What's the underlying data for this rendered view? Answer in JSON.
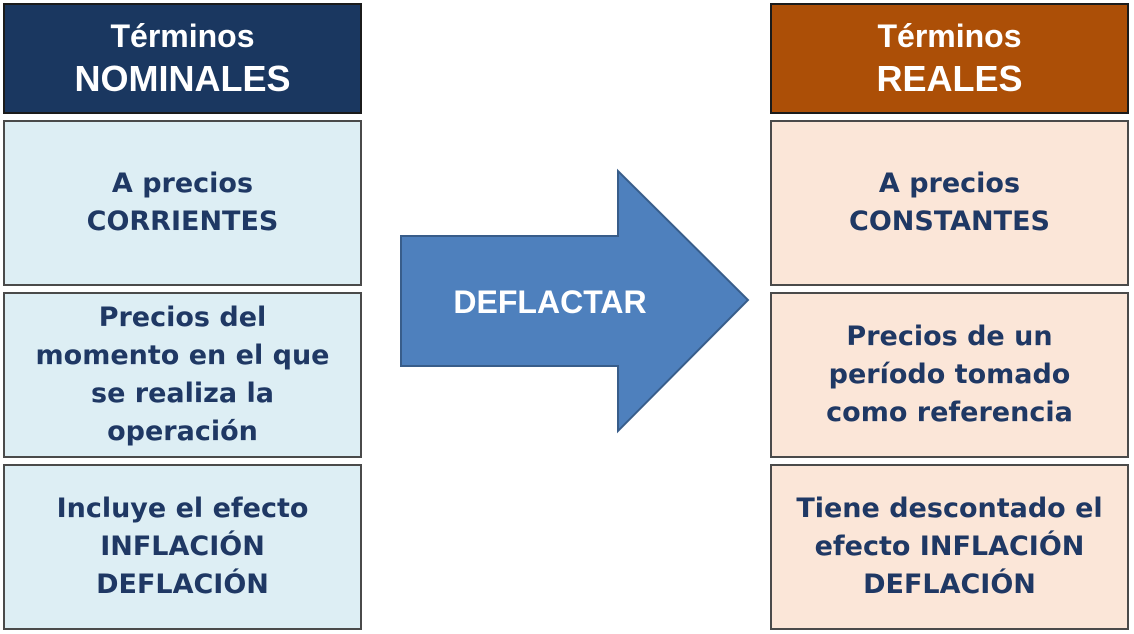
{
  "colors": {
    "nominal_header_bg": "#1a3760",
    "nominal_cell_bg": "#ddeef4",
    "real_header_bg": "#ac4f07",
    "real_cell_bg": "#fbe6d8",
    "arrow_fill": "#4e80bd",
    "arrow_stroke": "#385d8a",
    "text_dark": "#1f3864"
  },
  "left_column": {
    "header": {
      "line1": "Términos",
      "line2": "NOMINALES"
    },
    "cells": [
      {
        "lines": [
          "A precios",
          "CORRIENTES"
        ]
      },
      {
        "lines": [
          "Precios del",
          "momento en el que",
          "se realiza la",
          "operación"
        ]
      },
      {
        "lines": [
          "Incluye el efecto",
          "INFLACIÓN",
          "DEFLACIÓN"
        ]
      }
    ]
  },
  "arrow": {
    "label": "DEFLACTAR",
    "direction": "right"
  },
  "right_column": {
    "header": {
      "line1": "Términos",
      "line2": "REALES"
    },
    "cells": [
      {
        "lines": [
          "A precios",
          "CONSTANTES"
        ]
      },
      {
        "lines": [
          "Precios de un",
          "período tomado",
          "como referencia"
        ]
      },
      {
        "lines": [
          "Tiene descontado el",
          "efecto INFLACIÓN",
          "DEFLACIÓN"
        ]
      }
    ]
  }
}
